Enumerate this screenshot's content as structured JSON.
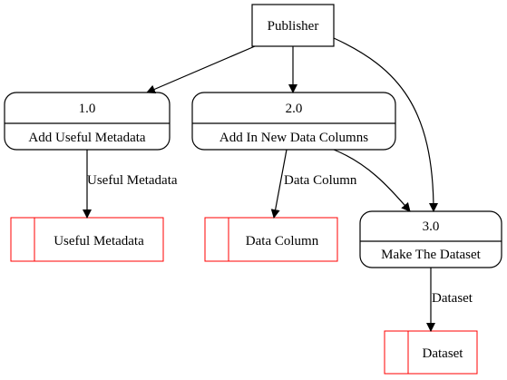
{
  "entity": {
    "label": "Publisher"
  },
  "processes": [
    {
      "id": "1.0",
      "name": "Add Useful Metadata"
    },
    {
      "id": "2.0",
      "name": "Add In New Data Columns"
    },
    {
      "id": "3.0",
      "name": "Make The Dataset"
    }
  ],
  "datastores": [
    {
      "name": "Useful Metadata"
    },
    {
      "name": "Data Column"
    },
    {
      "name": "Dataset"
    }
  ],
  "flows": [
    {
      "label": "Useful Metadata"
    },
    {
      "label": "Data Column"
    },
    {
      "label": "Dataset"
    }
  ],
  "colors": {
    "line": "#000000",
    "datastore_border": "#ff0000",
    "background": "#ffffff"
  }
}
